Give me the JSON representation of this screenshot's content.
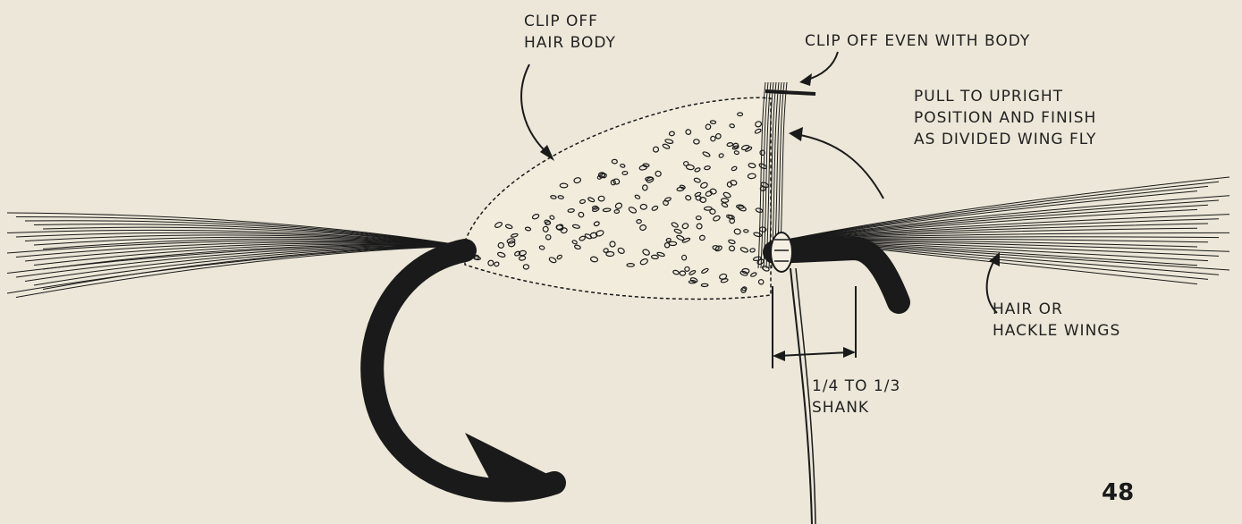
{
  "labels": {
    "clip_hair_body": [
      "CLIP OFF",
      "HAIR BODY"
    ],
    "clip_even": "CLIP OFF EVEN WITH BODY",
    "pull_upright": [
      "PULL TO UPRIGHT",
      "POSITION AND FINISH",
      "AS DIVIDED WING FLY"
    ],
    "hair_wings": [
      "HAIR OR",
      "HACKLE WINGS"
    ],
    "shank_fraction": [
      "1/4 TO 1/3",
      "SHANK"
    ]
  },
  "page_number": "48",
  "colors": {
    "ink": "#1a1a1a",
    "paper": "#ece7d8"
  }
}
